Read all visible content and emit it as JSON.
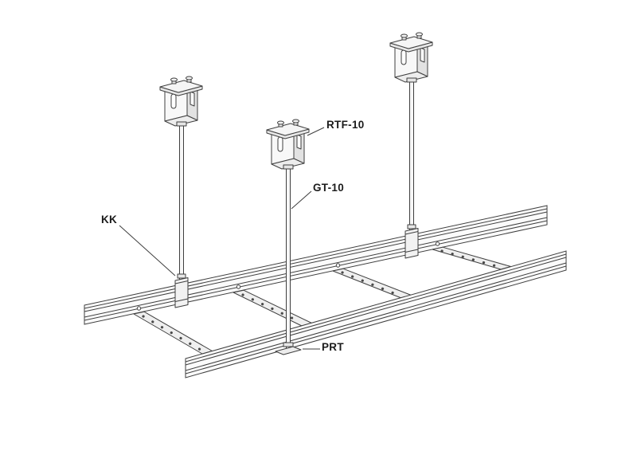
{
  "diagram": {
    "labels": {
      "rtf10": "RTF-10",
      "gt10": "GT-10",
      "kk": "KK",
      "prt": "PRT"
    },
    "colors": {
      "line": "#3f3f3f",
      "text": "#1b1b1b",
      "background": "#ffffff",
      "fill_light": "#f5f5f5",
      "fill_mid": "#e4e4e4"
    }
  }
}
